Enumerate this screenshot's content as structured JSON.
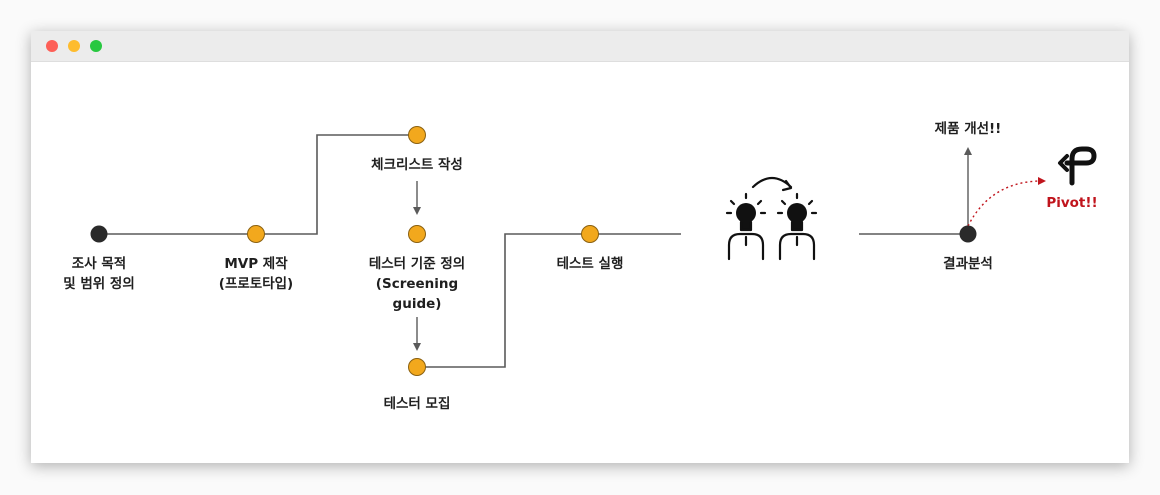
{
  "window": {
    "controls": [
      "close",
      "minimize",
      "zoom"
    ]
  },
  "diagram": {
    "colors": {
      "node": "#f2a81d",
      "terminal": "#2a2a2a",
      "line": "#5a5a5a",
      "pivot": "#c0141c"
    },
    "nodes": [
      {
        "id": "define",
        "label": "조사 목적\n및 범위 정의"
      },
      {
        "id": "mvp",
        "label": "MVP 제작\n(프로토타입)"
      },
      {
        "id": "checklist",
        "label": "체크리스트 작성"
      },
      {
        "id": "criteria",
        "label": "테스터 기준 정의\n(Screening\nguide)"
      },
      {
        "id": "recruit",
        "label": "테스터 모집"
      },
      {
        "id": "run",
        "label": "테스트 실행"
      },
      {
        "id": "analysis",
        "label": "결과분석"
      },
      {
        "id": "improve",
        "label": "제품 개선!!"
      },
      {
        "id": "pivot",
        "label": "Pivot!!"
      }
    ],
    "icons": [
      "testers-brainstorm-icon",
      "pivot-turn-icon"
    ]
  }
}
